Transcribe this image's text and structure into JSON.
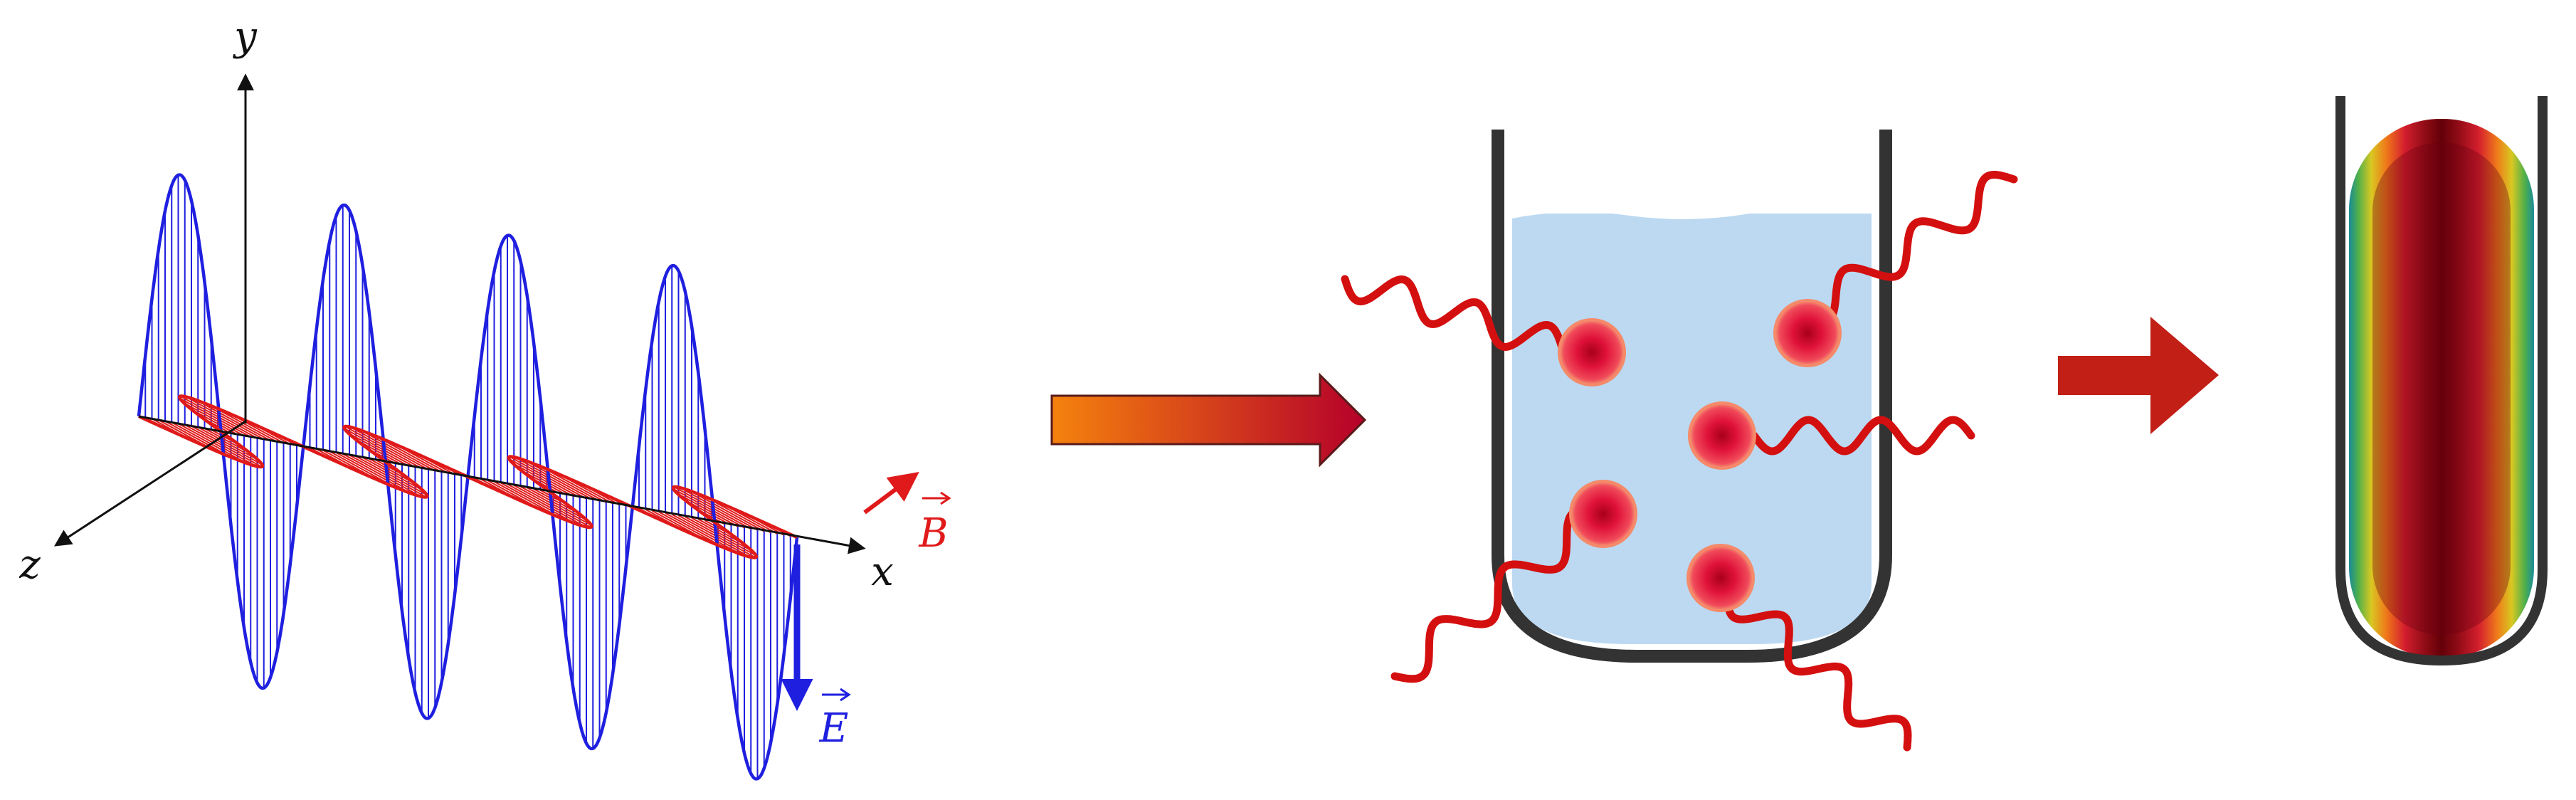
{
  "colors": {
    "e_field": "#1f1fe0",
    "b_field": "#e01a1a",
    "axis": "#111111",
    "water": "#bcd9f1",
    "tube_wall": "#333333",
    "arrow_start": "#f5820d",
    "arrow_end": "#b5002a",
    "arrow_solid": "#c21f16",
    "photon": "#d40f0f",
    "particle_core": "#c70022",
    "particle_rim": "#f58a6a"
  },
  "labels": {
    "axis_y": "y",
    "axis_x": "x",
    "axis_z": "z",
    "b_vector": "B",
    "e_vector": "E"
  },
  "icons": {
    "b_vector_arrow": "vector-arrow-accent",
    "e_vector_arrow": "vector-arrow-accent"
  }
}
